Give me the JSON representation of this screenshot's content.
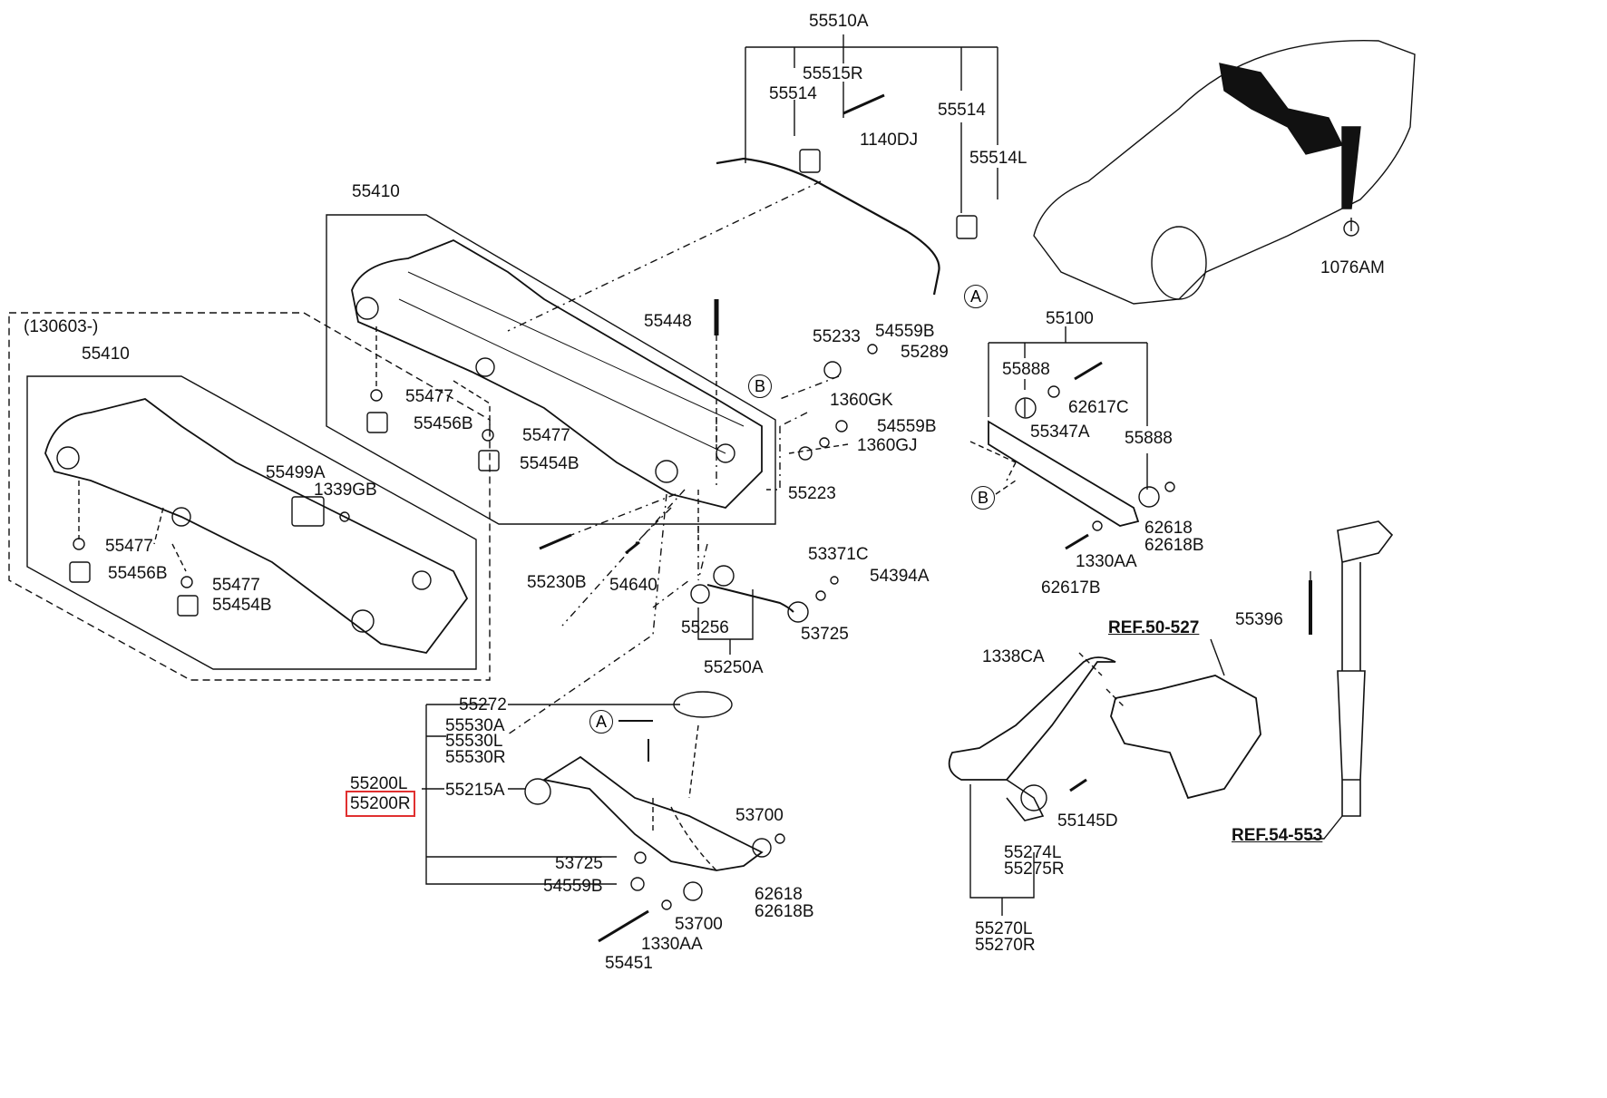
{
  "labels": {
    "p55510A": "55510A",
    "p55515R": "55515R",
    "p55514_a": "55514",
    "p1140DJ": "1140DJ",
    "p55514_b": "55514",
    "p55514L": "55514L",
    "p1076AM": "1076AM",
    "p55410_top": "55410",
    "p55448": "55448",
    "p55233": "55233",
    "p55289": "55289",
    "p54559B_top": "54559B",
    "p1360GK": "1360GK",
    "p54559B_mid": "54559B",
    "p1360GJ": "1360GJ",
    "p55223": "55223",
    "p55477_a": "55477",
    "p55456B_a": "55456B",
    "p55477_b": "55477",
    "p55454B_a": "55454B",
    "p130603": "(130603-)",
    "p55410_left": "55410",
    "p55499A": "55499A",
    "p1339GB": "1339GB",
    "p55477_c": "55477",
    "p55456B_b": "55456B",
    "p55477_d": "55477",
    "p55454B_b": "55454B",
    "p55230B": "55230B",
    "p54640": "54640",
    "p53371C": "53371C",
    "p54394A": "54394A",
    "p55256": "55256",
    "p53725_a": "53725",
    "p55250A": "55250A",
    "p55100": "55100",
    "p55888_a": "55888",
    "p62617C": "62617C",
    "p55347A": "55347A",
    "p55888_b": "55888",
    "p62618_a": "62618",
    "p62618B_a": "62618B",
    "p1330AA_a": "1330AA",
    "p62617B": "62617B",
    "p55396": "55396",
    "p1338CA": "1338CA",
    "pREF50527": "REF.50-527",
    "p55145D": "55145D",
    "p55274L": "55274L",
    "p55275R": "55275R",
    "p55270L": "55270L",
    "p55270R": "55270R",
    "pREF54553": "REF.54-553",
    "p55272": "55272",
    "p55530A": "55530A",
    "p55530L": "55530L",
    "p55530R": "55530R",
    "p55200L": "55200L",
    "p55200R": "55200R",
    "p55215A": "55215A",
    "p53700_a": "53700",
    "p53725_b": "53725",
    "p54559B_bot": "54559B",
    "p62618_b": "62618",
    "p62618B_b": "62618B",
    "p53700_b": "53700",
    "p1330AA_b": "1330AA",
    "p55451": "55451"
  },
  "callouts": {
    "A": "A",
    "B": "B"
  },
  "colors": {
    "line": "#111111",
    "highlight": "#e03030",
    "background": "#ffffff"
  }
}
